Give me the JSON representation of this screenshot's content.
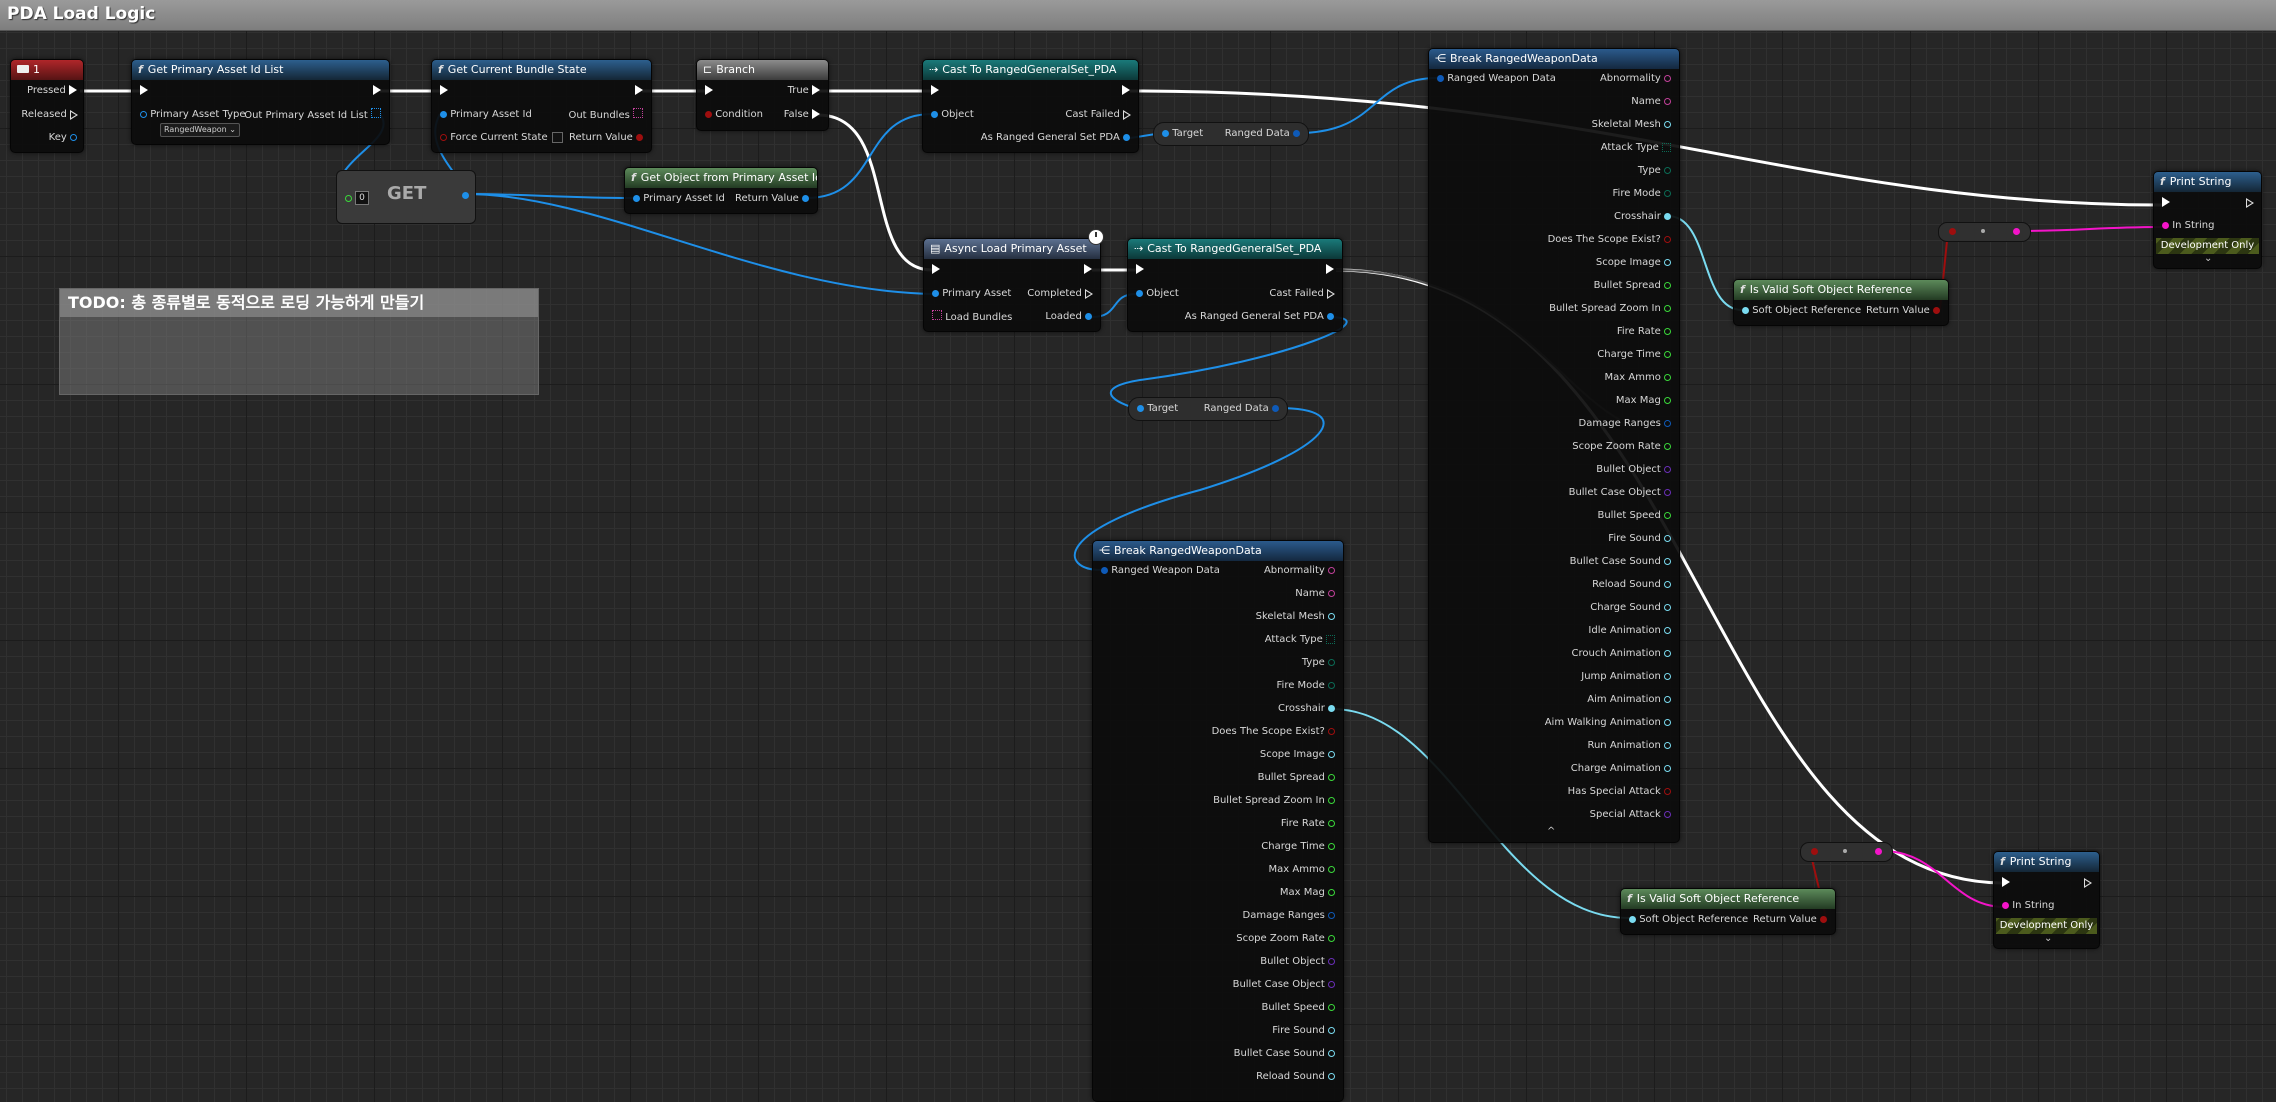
{
  "window": {
    "title": "PDA Load Logic"
  },
  "comment": {
    "text": "TODO: 총 종류별로 동적으로 로딩 가능하게 만들기"
  },
  "key_event": {
    "title": "1",
    "pins": [
      "Pressed",
      "Released",
      "Key"
    ]
  },
  "get_primary_asset_id_list": {
    "title": "Get Primary Asset Id List",
    "in_type_label": "Primary Asset Type",
    "type_value": "RangedWeapon",
    "out_list_label": "Out Primary Asset Id List"
  },
  "get_current_bundle_state": {
    "title": "Get Current Bundle State",
    "primary_asset_id": "Primary Asset Id",
    "out_bundles": "Out Bundles",
    "force_current_state": "Force Current State",
    "return_value": "Return Value"
  },
  "branch": {
    "title": "Branch",
    "condition": "Condition",
    "true_label": "True",
    "false_label": "False"
  },
  "get_node": {
    "label": "GET",
    "index": "0"
  },
  "get_object_from_primary_asset_id": {
    "title": "Get Object from Primary Asset Id",
    "primary_asset_id": "Primary Asset Id",
    "return_value": "Return Value"
  },
  "cast_top": {
    "title": "Cast To RangedGeneralSet_PDA",
    "object": "Object",
    "cast_failed": "Cast Failed",
    "as_output": "As Ranged General Set PDA"
  },
  "var_target_top": {
    "target": "Target",
    "ranged_data": "Ranged Data"
  },
  "async_load": {
    "title": "Async Load Primary Asset",
    "primary_asset": "Primary Asset",
    "load_bundles": "Load Bundles",
    "completed": "Completed",
    "loaded": "Loaded"
  },
  "cast_mid": {
    "title": "Cast To RangedGeneralSet_PDA",
    "object": "Object",
    "cast_failed": "Cast Failed",
    "as_output": "As Ranged General Set PDA"
  },
  "var_target_mid": {
    "target": "Target",
    "ranged_data": "Ranged Data"
  },
  "break_top": {
    "title": "Break RangedWeaponData",
    "input": "Ranged Weapon Data",
    "outputs": [
      "Abnormality",
      "Name",
      "Skeletal Mesh",
      "Attack Type",
      "Type",
      "Fire Mode",
      "Crosshair",
      "Does The Scope Exist?",
      "Scope Image",
      "Bullet Spread",
      "Bullet Spread Zoom In",
      "Fire Rate",
      "Charge Time",
      "Max Ammo",
      "Max Mag",
      "Damage Ranges",
      "Scope Zoom Rate",
      "Bullet Object",
      "Bullet Case Object",
      "Bullet Speed",
      "Fire Sound",
      "Bullet Case Sound",
      "Reload Sound",
      "Charge Sound",
      "Idle Animation",
      "Crouch Animation",
      "Jump Animation",
      "Aim Animation",
      "Aim Walking Animation",
      "Run Animation",
      "Charge Animation",
      "Has Special Attack",
      "Special Attack"
    ],
    "collapse": "^"
  },
  "break_bottom": {
    "title": "Break RangedWeaponData",
    "input": "Ranged Weapon Data",
    "outputs": [
      "Abnormality",
      "Name",
      "Skeletal Mesh",
      "Attack Type",
      "Type",
      "Fire Mode",
      "Crosshair",
      "Does The Scope Exist?",
      "Scope Image",
      "Bullet Spread",
      "Bullet Spread Zoom In",
      "Fire Rate",
      "Charge Time",
      "Max Ammo",
      "Max Mag",
      "Damage Ranges",
      "Scope Zoom Rate",
      "Bullet Object",
      "Bullet Case Object",
      "Bullet Speed",
      "Fire Sound",
      "Bullet Case Sound",
      "Reload Sound"
    ]
  },
  "is_valid_top": {
    "title": "Is Valid Soft Object Reference",
    "input": "Soft Object Reference",
    "output": "Return Value"
  },
  "is_valid_bottom": {
    "title": "Is Valid Soft Object Reference",
    "input": "Soft Object Reference",
    "output": "Return Value"
  },
  "print_top": {
    "title": "Print String",
    "in_string": "In String",
    "dev_only": "Development Only",
    "chevron": "⌄"
  },
  "print_bottom": {
    "title": "Print String",
    "in_string": "In String",
    "dev_only": "Development Only",
    "chevron": "⌄"
  },
  "colors": {
    "exec": "#ffffff",
    "object": "#1e8fe8",
    "bool": "#9e0e0e",
    "string": "#f414c9",
    "soft": "#7adbf0",
    "struct": "#0e5ab8",
    "float": "#3ad83a",
    "name": "#c2419a",
    "enum": "#0b6b55",
    "byte": "#0b6b55"
  }
}
